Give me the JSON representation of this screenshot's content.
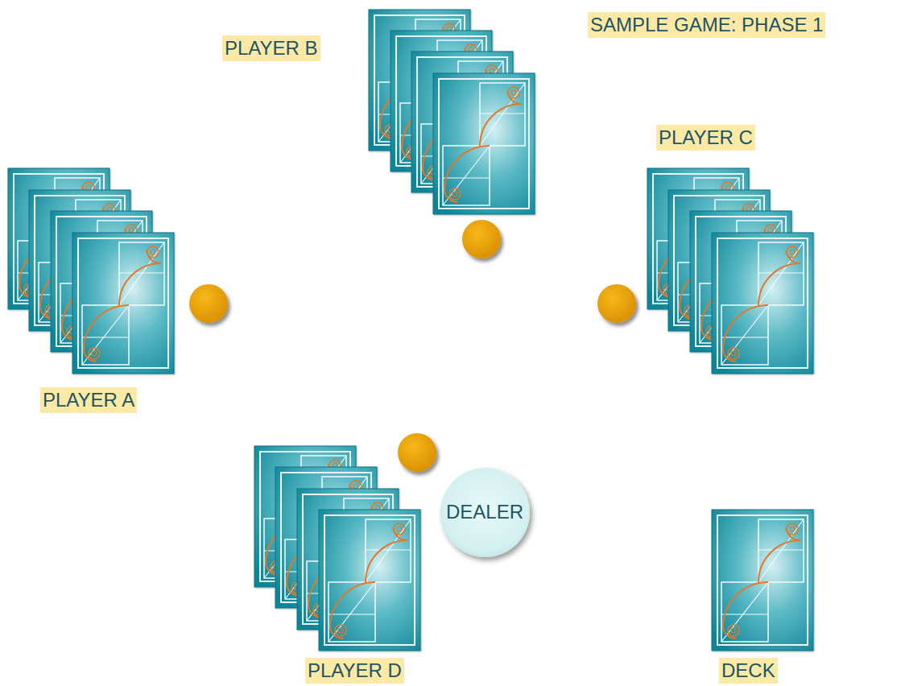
{
  "diagram": {
    "title": "SAMPLE GAME: PHASE 1",
    "nodes": [
      {
        "text": [
          "DEALER"
        ]
      }
    ],
    "labels": [
      "PLAYER B",
      "PLAYER C",
      "PLAYER A",
      "PLAYER D",
      "DECK"
    ]
  }
}
